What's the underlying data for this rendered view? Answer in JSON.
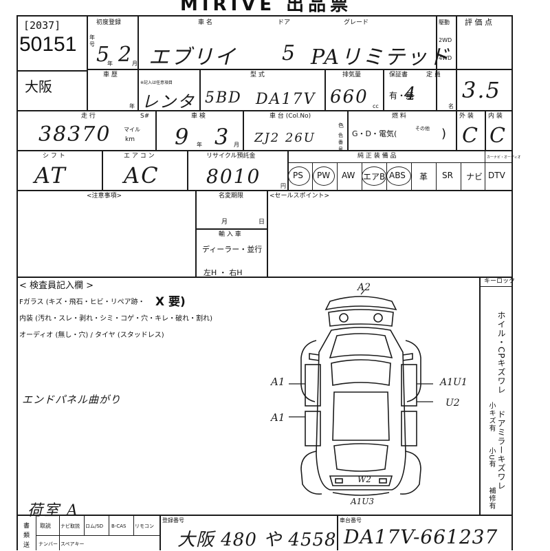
{
  "header": {
    "title": "MIRIVE 出品票",
    "lot_code": "[2037]",
    "lot_number": "50151",
    "location": "大阪"
  },
  "labels": {
    "first_reg": "初度登録",
    "name": "車 名",
    "door": "ドア",
    "grade": "グレード",
    "drive": "駆動",
    "drive_2wd": "2WD",
    "drive_4wd": "4WD",
    "score": "評 価 点",
    "era": "年号",
    "year_unit": "年",
    "month_unit": "月",
    "car_type": "車 歴",
    "car_type_note": "※記入は任意項目",
    "model": "型 式",
    "displacement": "排気量",
    "cc": "cc",
    "warranty": "保証書",
    "warranty_opts": "有・無",
    "capacity": "定 員",
    "capacity_unit": "名",
    "mileage": "走 行",
    "mile_unit": "マイル",
    "km_unit": "km",
    "s_num": "S#",
    "inspection": "車 検",
    "chassis": "車 台 (Col.No)",
    "color": "色",
    "color_code": "色番号",
    "fuel": "燃 料",
    "fuel_opts": "G・D・電気(",
    "fuel_other": "その他",
    "fuel_close": ")",
    "exterior": "外 装",
    "interior": "内 装",
    "shift": "シ フ ト",
    "aircon": "エ ア コ ン",
    "recycle": "リサイクル預託金",
    "yen": "円",
    "equipment": "純 正 装 備 品",
    "car_navi": "カーナビ・オーディオ",
    "notes": "<注意事項>",
    "registration_deadline": "名変期限",
    "deadline_month": "月",
    "deadline_day": "日",
    "import": "輸 入 車",
    "dealer": "ディーラー・並行",
    "handle": "左H ・ 右H",
    "sales_point": "<セールスポイント>",
    "inspector": "< 検査員記入欄 >",
    "glass": "Fガラス (キズ・飛石・ヒビ・リペア跡・",
    "glass_x": "X 要)",
    "interior_row": "内装 (汚れ・スレ・剥れ・シミ・コゲ・穴・キレ・破れ・割れ)",
    "audio_row": "オーディオ (無し・穴) / タイヤ (スタッドレス)",
    "keylock": "キーロック",
    "right_vertical1": "ホイル・CPキズワレ",
    "right_small": "小キズ有",
    "right_small_u": "小U有",
    "right_vertical2": "ドアミラーキズワレ",
    "right_repair": "補修有",
    "plate_label": "登録番号",
    "chassis_label": "車台番号",
    "bottom_accessories": [
      "取説",
      "ナビ取説",
      "ロム/SD",
      "B-CAS",
      "リモコン"
    ],
    "bottom_row2": [
      "ナンバー",
      "スペアキー"
    ],
    "bottom_side": [
      "書",
      "類",
      "送"
    ]
  },
  "handwritten": {
    "first_reg_era": "5",
    "first_reg_month": "2",
    "car_name": "エブリイ",
    "doors": "5",
    "grade": "PAリミテッド",
    "car_history": "レンタ",
    "model_prefix": "5BD",
    "model": "DA17V",
    "displacement": "660",
    "capacity_mark": "4",
    "score": "3.5",
    "mileage": "38370",
    "inspection_year": "9",
    "inspection_month": "3",
    "color_code": "ZJ2 26U",
    "exterior": "C",
    "interior": "C",
    "shift": "AT",
    "aircon": "AC",
    "recycle": "8010",
    "note": "エンドパネル曲がり",
    "cargo": "荷室 A",
    "plate": "大阪 480 や 4558",
    "chassis_no": "DA17V-661237",
    "diag_a2": "A2",
    "diag_a1_top": "A1",
    "diag_a1_bot": "A1",
    "diag_a1u1": "A1U1",
    "diag_u2": "U2",
    "diag_w2": "W2",
    "diag_a1u3": "A1U3"
  },
  "equipment": [
    "PS",
    "PW",
    "AW",
    "エアB",
    "ABS",
    "革",
    "SR",
    "ナビ",
    "DTV"
  ],
  "equipment_circled": [
    "PS",
    "PW",
    "エアB",
    "ABS"
  ]
}
